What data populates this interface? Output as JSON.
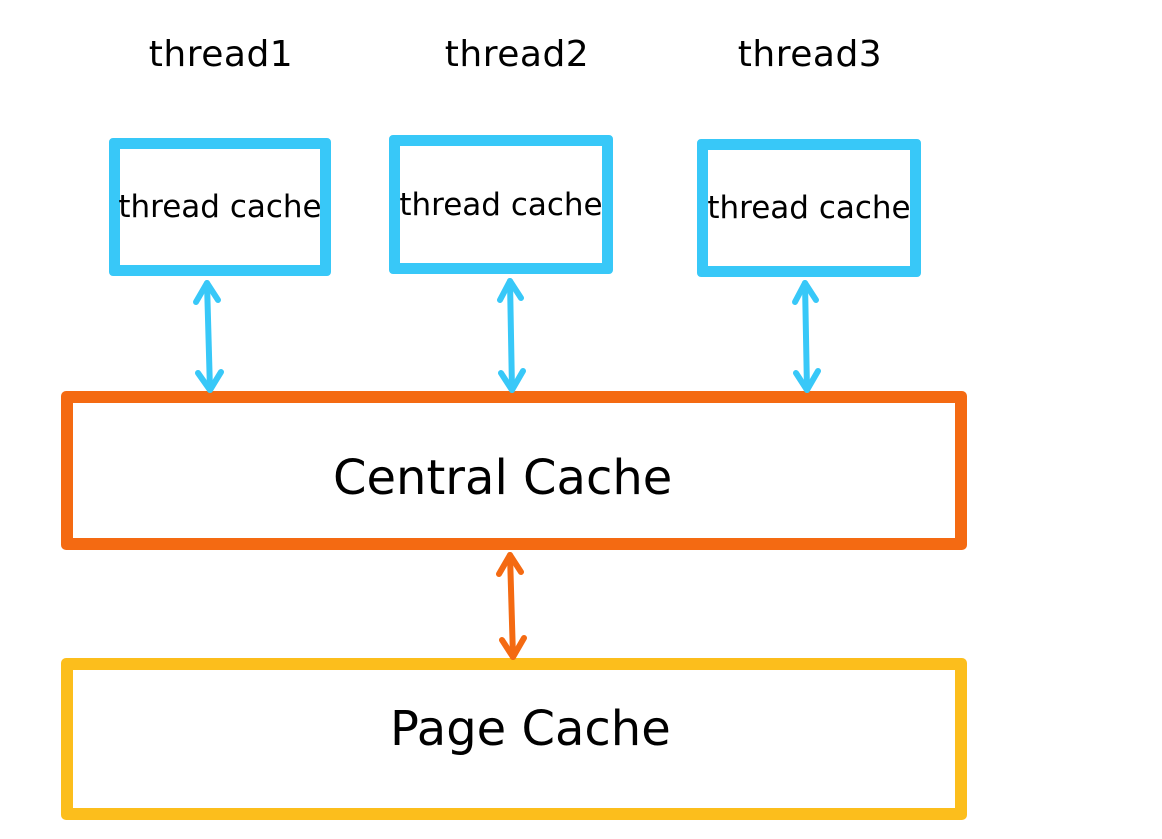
{
  "threads": [
    {
      "label": "thread1",
      "cache_label": "thread cache"
    },
    {
      "label": "thread2",
      "cache_label": "thread cache"
    },
    {
      "label": "thread3",
      "cache_label": "thread cache"
    }
  ],
  "central_cache": {
    "label": "Central Cache"
  },
  "page_cache": {
    "label": "Page Cache"
  },
  "colors": {
    "thread_cache": "#38C8F8",
    "central_cache": "#F46A12",
    "page_cache": "#FCBE1C",
    "text": "#000000"
  }
}
